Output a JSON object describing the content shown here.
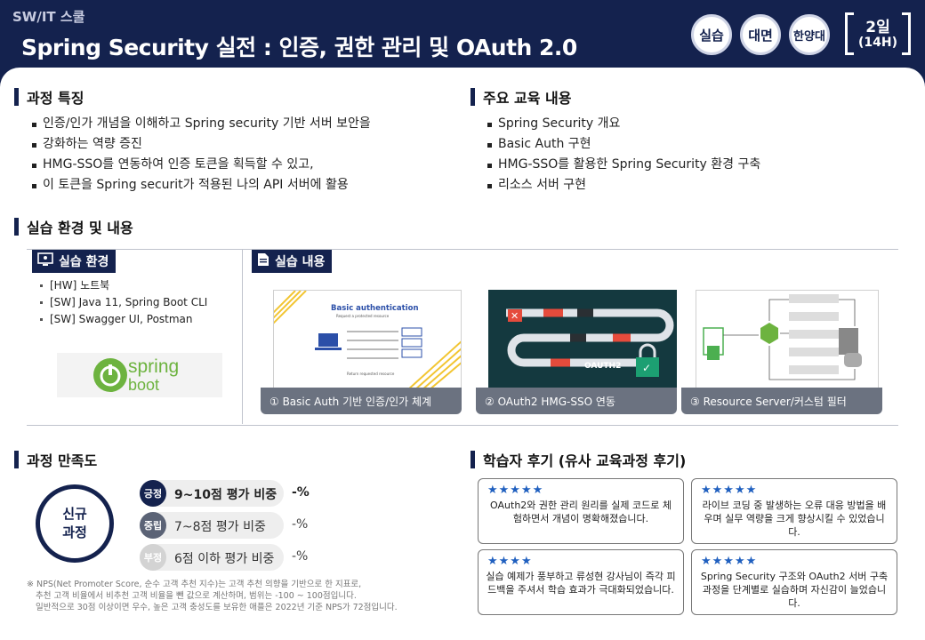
{
  "header": {
    "category": "SW/IT 스쿨",
    "title": "Spring Security 실전 : 인증, 권한 관리 및 OAuth 2.0",
    "badges": [
      "실습",
      "대면",
      "한양대"
    ],
    "duration_days": "2일",
    "duration_hours": "(14H)"
  },
  "features": {
    "title": "과정 특징",
    "items": [
      "인증/인가 개념을 이해하고 Spring security 기반 서버 보안을",
      "강화하는 역량 증진",
      "HMG-SSO를 연동하여 인증 토큰을 획득할 수 있고,",
      "이 토큰을 Spring securit가 적용된 나의 API 서버에 활용"
    ]
  },
  "contents": {
    "title": "주요 교육 내용",
    "items": [
      "Spring Security 개요",
      "Basic Auth 구현",
      "HMG-SSO를 활용한 Spring Security 환경 구축",
      "리소스 서버 구현"
    ]
  },
  "practice": {
    "title": "실습 환경 및 내용",
    "env_label": "실습 환경",
    "env_items": [
      "[HW] 노트북",
      "[SW] Java 11, Spring Boot CLI",
      "[SW] Swagger UI, Postman"
    ],
    "logo_text_top": "spring",
    "logo_text_bottom": "boot",
    "content_label": "실습 내용",
    "cards": [
      {
        "caption": "① Basic Auth 기반 인증/인가 체계",
        "image_title": "Basic authentication",
        "image_sub": "Request a protected resource",
        "image_foot": "Return requested resource"
      },
      {
        "caption": "② OAuth2 HMG-SSO 연동",
        "image_title": "OAUTH2"
      },
      {
        "caption": "③ Resource Server/커스텀 필터",
        "image_title": ""
      }
    ]
  },
  "satisfaction": {
    "title": "과정 만족도",
    "circle_line1": "신규",
    "circle_line2": "과정",
    "rows": [
      {
        "badge": "긍정",
        "label": "9~10점 평가 비중",
        "value": "-%",
        "color": "#14224e"
      },
      {
        "badge": "중립",
        "label": "7~8점 평가 비중",
        "value": "-%",
        "color": "#5b6376"
      },
      {
        "badge": "부정",
        "label": "6점 이하 평가 비중",
        "value": "-%",
        "color": "#d3d3d3"
      }
    ],
    "footnote": [
      "※ NPS(Net Promoter Score, 순수 고객 추천 지수)는 고객 추천 의향을 기반으로 한 지표로,",
      "추천 고객 비율에서 비추천 고객 비율을 뺀 값으로 계산하며, 범위는 -100 ~ 100점입니다.",
      "일반적으로 30점 이상이면 우수, 높은 고객 충성도를 보유한 애플은 2022년 기준 NPS가 72점입니다."
    ]
  },
  "reviews": {
    "title": "학습자 후기 (유사 교육과정 후기)",
    "items": [
      {
        "stars": "★★★★★",
        "text": "OAuth2와 권한 관리 원리를 실제 코드로 체험하면서 개념이 명확해졌습니다."
      },
      {
        "stars": "★★★★★",
        "text": "라이브 코딩 중 발생하는 오류 대응 방법을 배우며 실무 역량을 크게 향상시킬 수 있었습니다."
      },
      {
        "stars": "★★★★",
        "text": "실습 예제가 풍부하고 류성현 강사님이 즉각 피드백을 주셔서 학습 효과가 극대화되었습니다."
      },
      {
        "stars": "★★★★★",
        "text": "Spring Security 구조와 OAuth2 서버 구축 과정을 단계별로 실습하며 자신감이 늘었습니다."
      }
    ]
  }
}
